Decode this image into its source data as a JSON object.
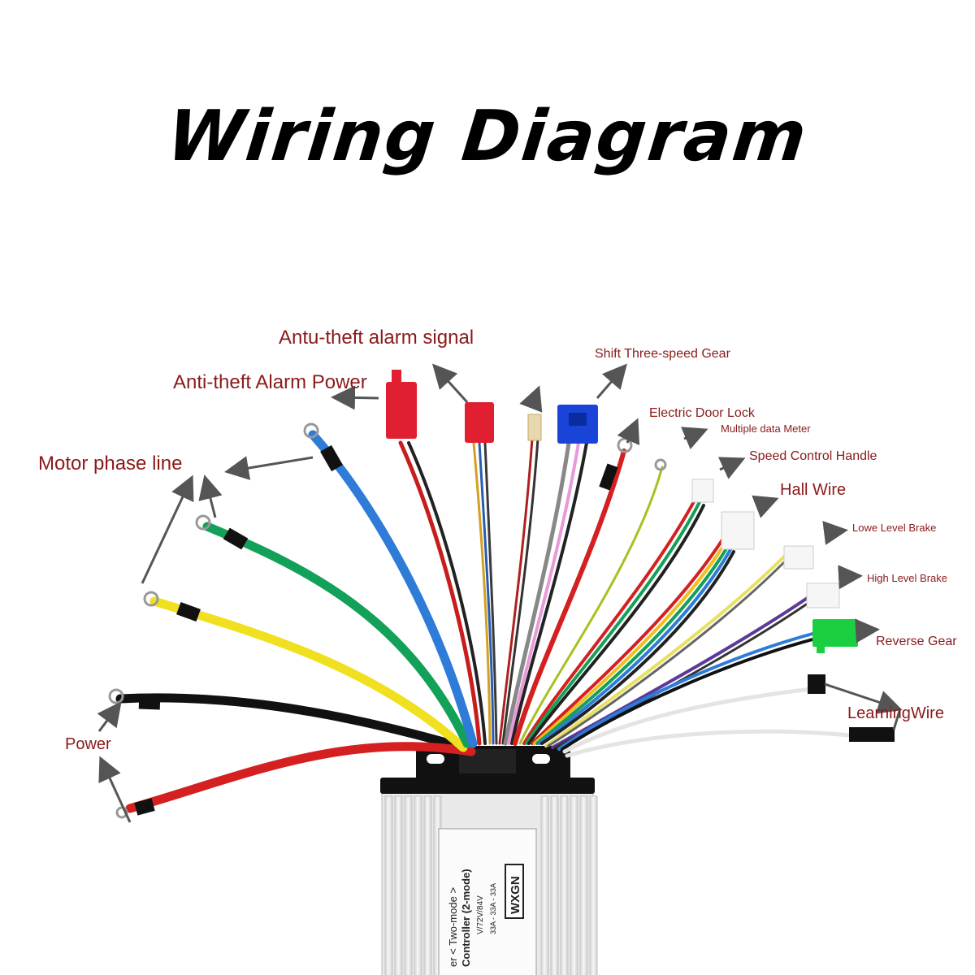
{
  "title": "Wiring Diagram",
  "labels": {
    "antitheft_signal": "Antu-theft alarm signal",
    "antitheft_power": "Anti-theft Alarm Power",
    "shift_gear": "Shift Three-speed Gear",
    "door_lock": "Electric Door Lock",
    "data_meter": "Multiple data Meter",
    "speed_handle": "Speed Control Handle",
    "hall_wire": "Hall Wire",
    "low_brake": "Lowe Level Brake",
    "high_brake": "High Level Brake",
    "reverse_gear": "Reverse Gear",
    "learning_wire": "LearningWire",
    "motor_phase": "Motor phase line",
    "power": "Power"
  },
  "controller": {
    "brand": "WXGN",
    "line1": "er < Two-mode >",
    "line2": "Controller (2-mode)",
    "line3": "V/72V/84V",
    "line4": "33A - 33A - 33A"
  },
  "colors": {
    "label": "#8b1a1a",
    "arrow": "#555555",
    "body": "#e6e6e6",
    "bracket": "#111111"
  }
}
